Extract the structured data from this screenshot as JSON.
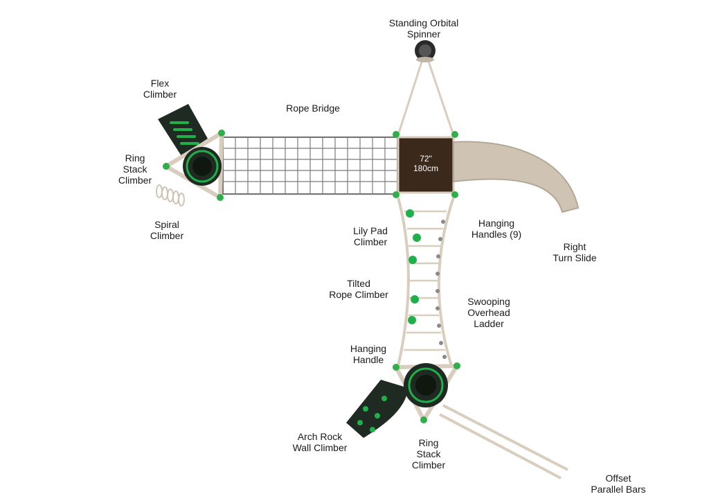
{
  "deck": {
    "height_in": "72\"",
    "height_cm": "180cm"
  },
  "labels": {
    "standing_orbital_spinner": [
      "Standing Orbital",
      "Spinner"
    ],
    "flex_climber": [
      "Flex",
      "Climber"
    ],
    "rope_bridge": [
      "Rope Bridge"
    ],
    "ring_stack_climber_left": [
      "Ring",
      "Stack",
      "Climber"
    ],
    "spiral_climber": [
      "Spiral",
      "Climber"
    ],
    "lily_pad_climber": [
      "Lily Pad",
      "Climber"
    ],
    "hanging_handles": [
      "Hanging",
      "Handles (9)"
    ],
    "right_turn_slide": [
      "Right",
      "Turn Slide"
    ],
    "tilted_rope_climber": [
      "Tilted",
      "Rope Climber"
    ],
    "swooping_overhead_ladder": [
      "Swooping",
      "Overhead",
      "Ladder"
    ],
    "hanging_handle": [
      "Hanging",
      "Handle"
    ],
    "arch_rock_wall_climber": [
      "Arch Rock",
      "Wall Climber"
    ],
    "ring_stack_climber_bottom": [
      "Ring",
      "Stack",
      "Climber"
    ],
    "offset_parallel_bars": [
      "Offset",
      "Parallel Bars"
    ]
  },
  "colors": {
    "deck": "#3b2a1c",
    "post_cap": "#2fae4a",
    "frame": "#d9cdbd",
    "slide": "#cfc4b4",
    "panel": "#1f2a22",
    "accent_green": "#1fb04a",
    "bridge_grid": "#6f6f6f"
  }
}
